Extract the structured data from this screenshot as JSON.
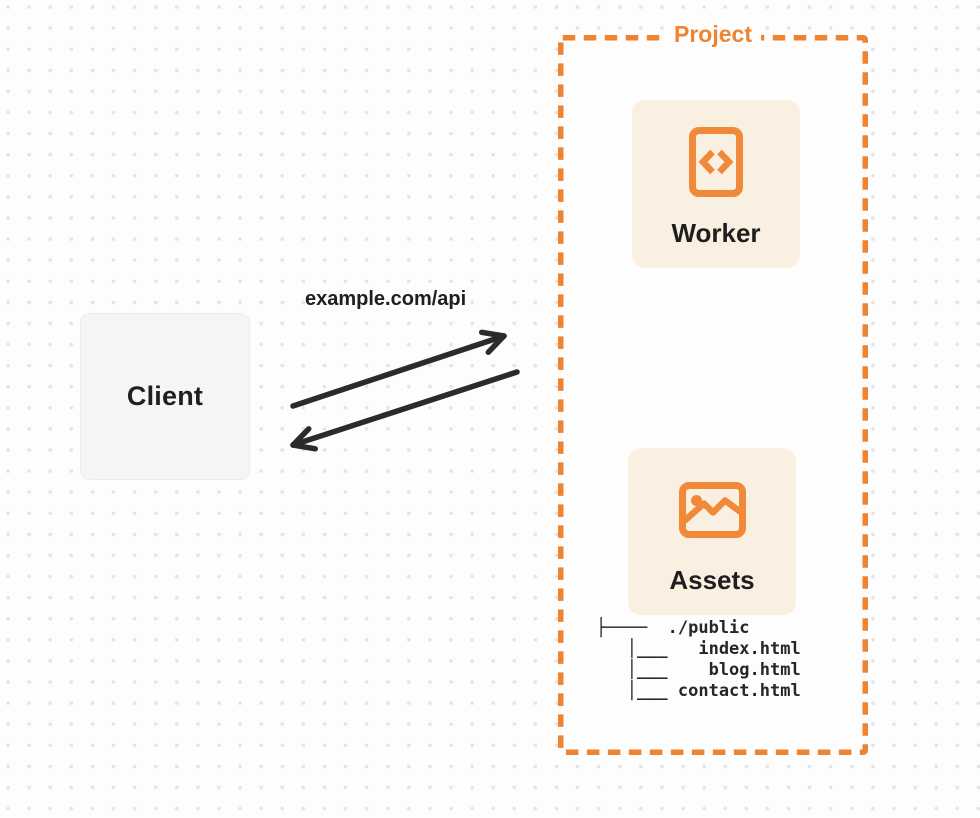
{
  "diagram": {
    "client": {
      "label": "Client"
    },
    "connection": {
      "url_label": "example.com/api"
    },
    "project": {
      "label": "Project",
      "worker": {
        "label": "Worker",
        "icon": "code-file-icon"
      },
      "assets": {
        "label": "Assets",
        "icon": "image-icon"
      },
      "file_tree": {
        "root": "./public",
        "files": [
          "index.html",
          "blog.html",
          "contact.html"
        ],
        "ascii": "├────  ./public\n   │___   index.html\n   │___    blog.html\n   │___ contact.html"
      }
    },
    "colors": {
      "accent_orange": "#EE8431",
      "card_background": "#FAF0E2",
      "client_background": "#F5F5F6",
      "text_dark": "#1F1F1F",
      "arrow_dark": "#2B2B2B",
      "dot_grid": "#E3E3E6"
    }
  }
}
